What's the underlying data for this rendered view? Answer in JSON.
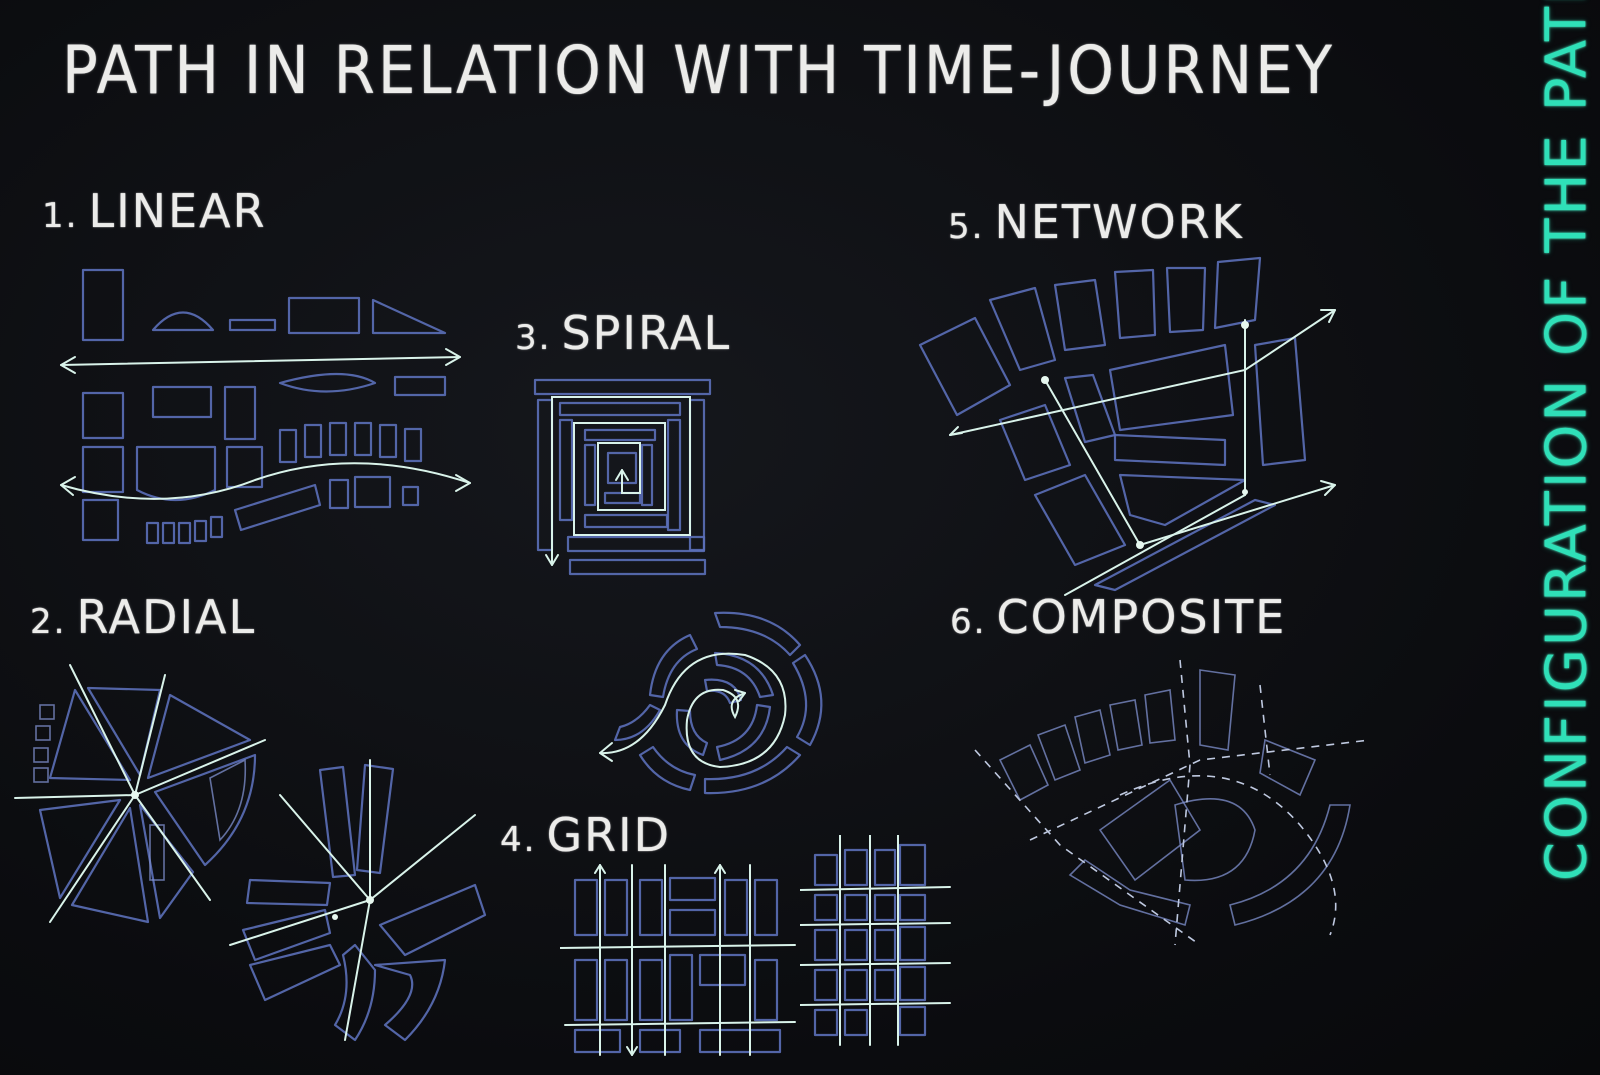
{
  "title": "Path In Relation With Time-Journey",
  "side_title": "Configuration Of The Path",
  "configs": [
    {
      "number": "1.",
      "name": "Linear"
    },
    {
      "number": "2.",
      "name": "Radial"
    },
    {
      "number": "3.",
      "name": "Spiral"
    },
    {
      "number": "4.",
      "name": "Grid"
    },
    {
      "number": "5.",
      "name": "Network"
    },
    {
      "number": "6.",
      "name": "Composite"
    }
  ],
  "colors": {
    "chalk_white": "#ececea",
    "chalk_blue": "#5b6fb8",
    "chalk_teal": "#2fe0b8",
    "board": "#0c0d10"
  }
}
